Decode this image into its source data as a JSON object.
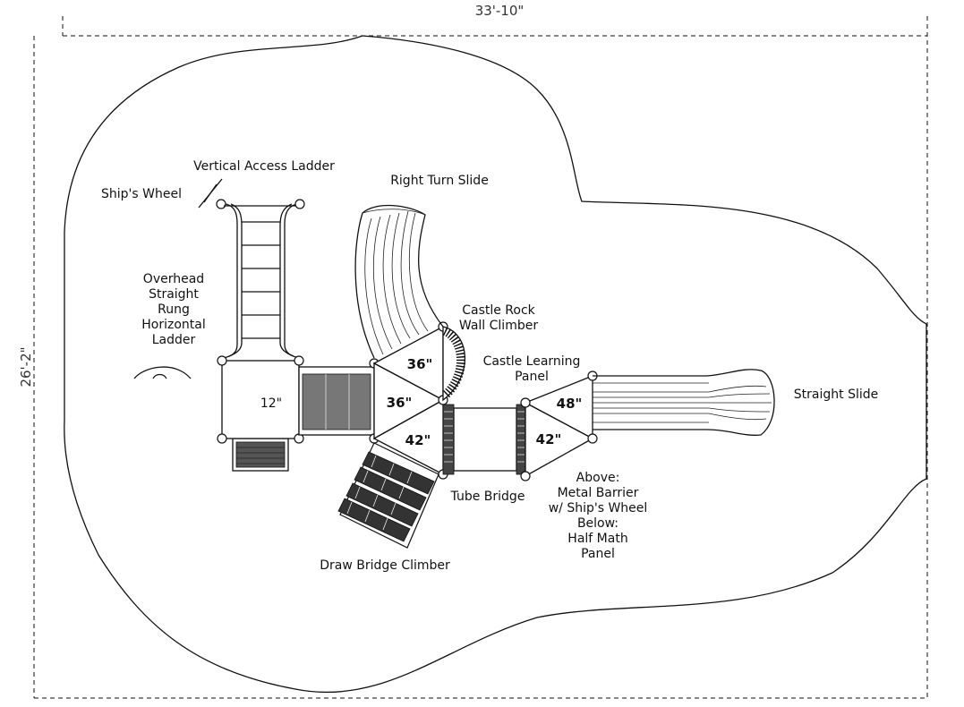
{
  "dimensions": {
    "width": "33'-10\"",
    "depth": "26'-2\""
  },
  "labels": {
    "ships_wheel": "Ship's Wheel",
    "vertical_ladder": "Vertical Access Ladder",
    "right_turn_slide": "Right Turn Slide",
    "overhead_ladder": [
      "Overhead",
      "Straight",
      "Rung",
      "Horizontal",
      "Ladder"
    ],
    "rock_climber": [
      "Castle Rock",
      "Wall Climber"
    ],
    "learning_panel": [
      "Castle Learning",
      "Panel"
    ],
    "straight_slide": "Straight Slide",
    "tube_bridge": "Tube Bridge",
    "barrier_note": [
      "Above:",
      "Metal Barrier",
      "w/ Ship's Wheel",
      "Below:",
      "Half Math",
      "Panel"
    ],
    "draw_bridge": "Draw Bridge Climber"
  },
  "deck_heights": {
    "square": "12\"",
    "tri_upper": "36\"",
    "tri_left": "36\"",
    "tri_lower": "42\"",
    "right_upper": "48\"",
    "right_lower": "42\""
  }
}
